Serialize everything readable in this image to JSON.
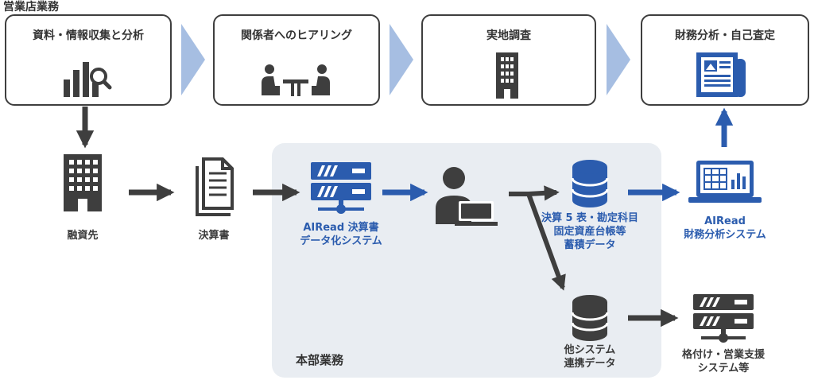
{
  "header_label": "営業店業務",
  "branch_steps": [
    {
      "label": "資料・情報収集と分析",
      "icon": "chart-magnifier-icon"
    },
    {
      "label": "関係者へのヒアリング",
      "icon": "meeting-icon"
    },
    {
      "label": "実地調査",
      "icon": "building-icon"
    },
    {
      "label": "財務分析・自己査定",
      "icon": "report-document-icon"
    }
  ],
  "nodes": {
    "borrower": "融資先",
    "statements": "決算書",
    "airead_ocr_line1": "AIRead 決算書",
    "airead_ocr_line2": "データ化システム",
    "stored_line1": "決算 5 表・勘定科目",
    "stored_line2": "固定資産台帳等",
    "stored_line3": "蓄積データ",
    "airead_fin_line1": "AIRead",
    "airead_fin_line2": "財務分析システム",
    "other_line1": "他システム",
    "other_line2": "連携データ",
    "rating_line1": "格付け・営業支援",
    "rating_line2": "システム等"
  },
  "hq_label": "本部業務",
  "colors": {
    "dark": "#3e3e3e",
    "blue": "#2b5cae",
    "chevron": "#a6bee2",
    "panel": "#e9edf2"
  }
}
